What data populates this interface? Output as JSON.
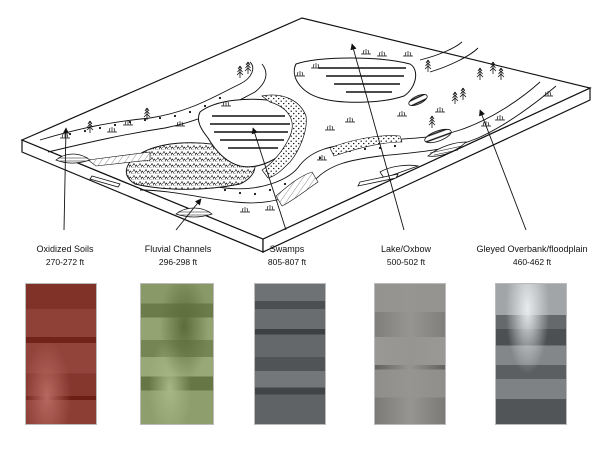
{
  "labels": [
    {
      "name": "Oxidized Soils",
      "depth": "270-272 ft"
    },
    {
      "name": "Fluvial Channels",
      "depth": "296-298 ft"
    },
    {
      "name": "Swamps",
      "depth": "805-807 ft"
    },
    {
      "name": "Lake/Oxbow",
      "depth": "500-502 ft"
    },
    {
      "name": "Gleyed Overbank/floodplain",
      "depth": "460-462 ft"
    }
  ],
  "core_colors": {
    "oxidized": "#8a3b32",
    "fluvial": "#7f8f5e",
    "swamps": "#5f6366",
    "lake": "#8b8985",
    "gleyed": "#7a7d80"
  }
}
